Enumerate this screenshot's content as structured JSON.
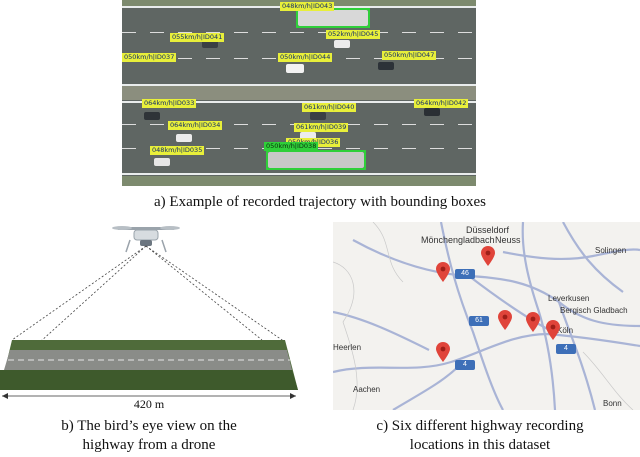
{
  "panel_a": {
    "caption": "a) Example of recorded trajectory with bounding boxes",
    "labels": [
      "048km/h|ID043",
      "055km/h|ID041",
      "052km/h|ID045",
      "050km/h|ID044",
      "050km/h|ID047",
      "050km/h|ID037",
      "064km/h|ID033",
      "061km/h|ID040",
      "064km/h|ID042",
      "064km/h|ID034",
      "061km/h|ID039",
      "050km/h|ID036",
      "048km/h|ID035",
      "050km/h|ID038"
    ],
    "colors": {
      "label_yellow": "#e8ef3a",
      "bbox_green": "#2fcf3a"
    }
  },
  "panel_b": {
    "distance_label": "420 m",
    "caption_line1": "b) The bird’s eye view on the",
    "caption_line2": "highway from a drone"
  },
  "panel_c": {
    "caption_line1": "c) Six different highway recording",
    "caption_line2": "locations in this dataset",
    "cities": [
      "Düsseldorf",
      "Mönchengladbach",
      "Neuss",
      "Solingen",
      "Leverkusen",
      "Bergisch Gladbach",
      "Heerlen",
      "Köln",
      "Aachen",
      "Bonn"
    ],
    "shields": [
      "46",
      "61",
      "4",
      "4"
    ],
    "colors": {
      "road": "#a9b4d6",
      "shield": "#3d6fb8",
      "pin": "#e0443a"
    }
  }
}
